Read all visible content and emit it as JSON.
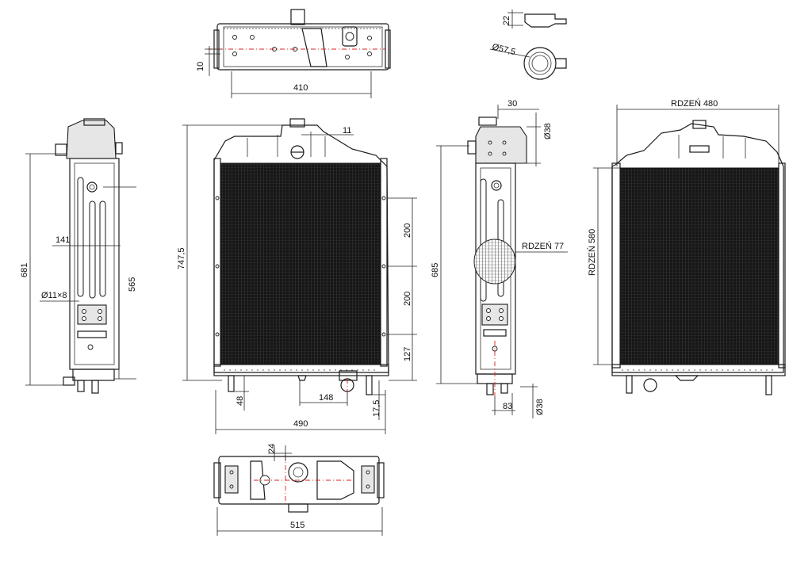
{
  "dimensions": {
    "top_width": "410",
    "top_height": "10",
    "cap_height": "22",
    "cap_diameter": "Ø57,5",
    "left_height": "681",
    "left_width": "141",
    "left_inner": "565",
    "left_hole": "Ø11×8",
    "front_height": "747,5",
    "front_eleven": "11",
    "front_200a": "200",
    "front_200b": "200",
    "front_127": "127",
    "front_48": "48",
    "front_148": "148",
    "front_175": "17,5",
    "front_width": "490",
    "side_30": "30",
    "side_d38_top": "Ø38",
    "side_height": "685",
    "side_core": "RDZEŃ  77",
    "side_83": "83",
    "side_d38_bottom": "Ø38",
    "right_core_width": "RDZEŃ  480",
    "right_core_height": "RDZEŃ 580",
    "bottom_24": "24",
    "bottom_width": "515"
  }
}
